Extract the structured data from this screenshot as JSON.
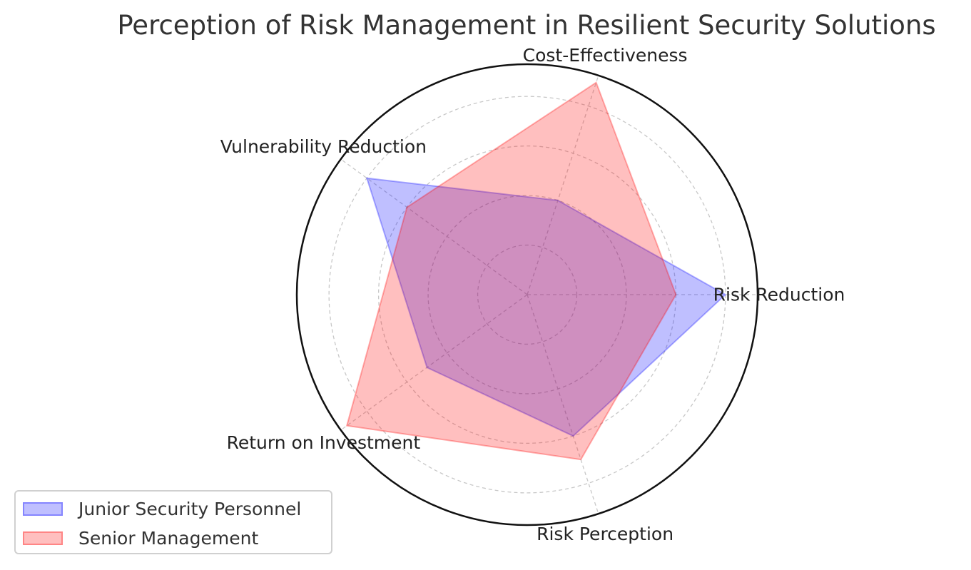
{
  "title": "Perception of Risk Management in Resilient Security Solutions",
  "chart_data": {
    "type": "radar",
    "title": "Perception of Risk Management in Resilient Security Solutions",
    "categories": [
      "Risk Reduction",
      "Cost-Effectiveness",
      "Vulnerability Reduction",
      "Return on Investment",
      "Risk Perception"
    ],
    "rlim": [
      0,
      4.65
    ],
    "series": [
      {
        "name": "Junior Security Personnel",
        "values": [
          4.0,
          2.0,
          4.0,
          2.5,
          3.0
        ],
        "color": "#0000ff"
      },
      {
        "name": "Senior Management",
        "values": [
          3.0,
          4.5,
          3.0,
          4.5,
          3.5
        ],
        "color": "#ff0000"
      }
    ],
    "grid": true,
    "legend": "lower-left"
  }
}
